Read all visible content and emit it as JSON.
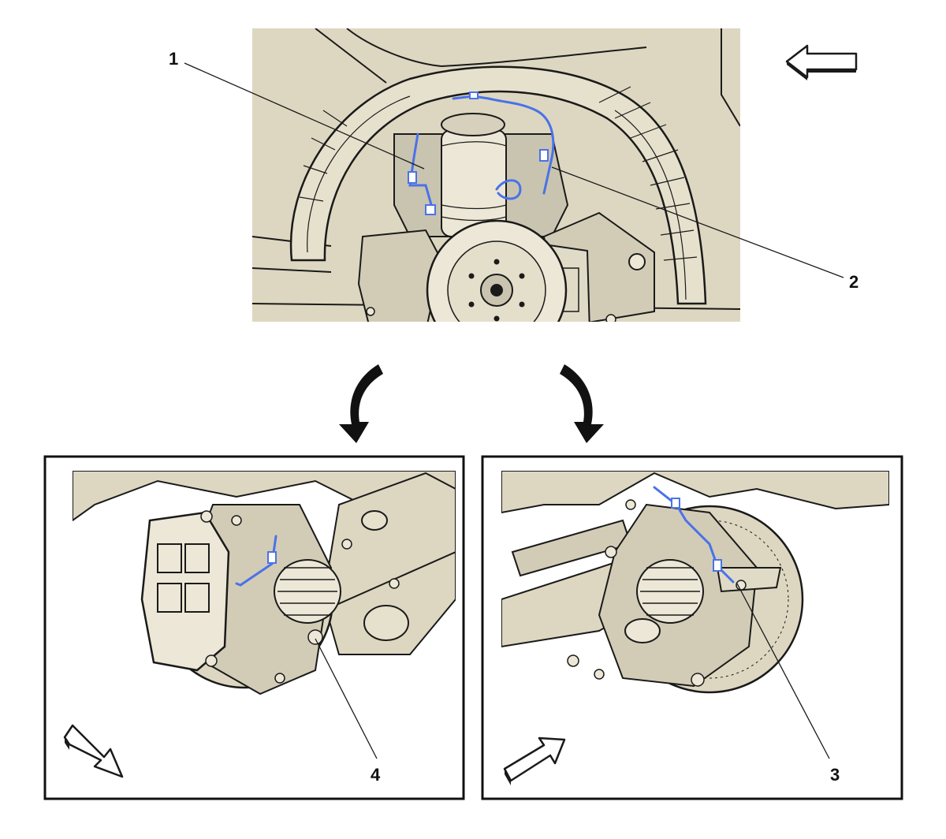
{
  "callouts": [
    "1",
    "2",
    "3",
    "4"
  ],
  "colors": {
    "panel_fill": "#ddd7c1",
    "linework": "#1a1a1a",
    "wiring_highlight": "#4a72e8",
    "metal_light": "#ece7d6",
    "metal_shadow": "#a8a392"
  },
  "icons": {
    "top_view_direction": "left-arrow-icon",
    "bottom_left_view_direction": "down-right-arrow-icon",
    "bottom_right_view_direction": "up-right-arrow-icon",
    "detail_pointers": "curved-arrow-icon"
  }
}
